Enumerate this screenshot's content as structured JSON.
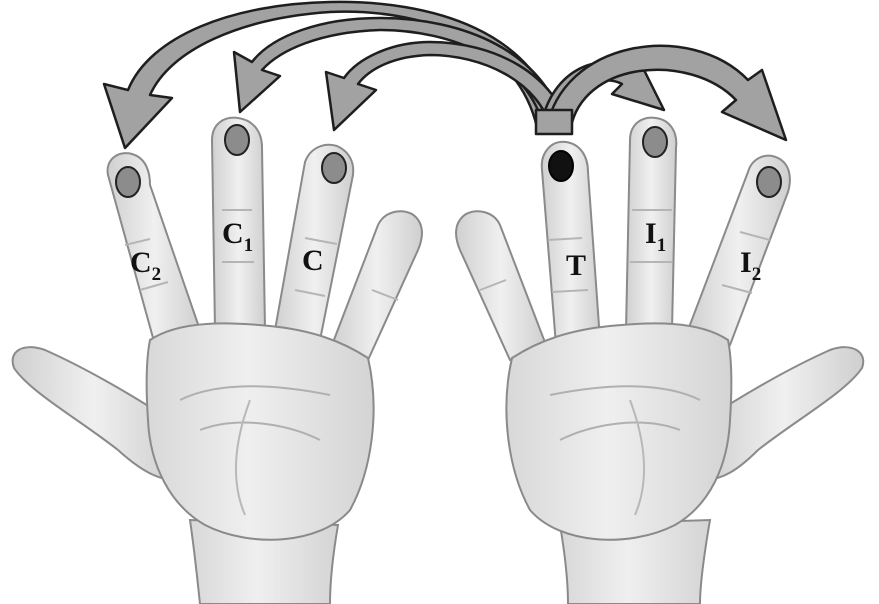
{
  "colors": {
    "background": "#ffffff",
    "skin": "#e6e6e6",
    "skin_shadow": "#c9c9c9",
    "outline": "#8a8a8a",
    "arrow_fill": "#a2a2a2",
    "arrow_stroke": "#1e1e1e",
    "marker_gray": "#8c8c8c",
    "marker_black": "#111111",
    "label": "#111111"
  },
  "labels": {
    "C2": {
      "main": "C",
      "sub": "2"
    },
    "C1": {
      "main": "C",
      "sub": "1"
    },
    "C": {
      "main": "C",
      "sub": ""
    },
    "T": {
      "main": "T",
      "sub": ""
    },
    "I1": {
      "main": "I",
      "sub": "1"
    },
    "I2": {
      "main": "I",
      "sub": "2"
    }
  },
  "markers": {
    "C2": "gray",
    "C1": "gray",
    "C": "gray",
    "T": "black",
    "I1": "gray",
    "I2": "gray"
  },
  "arrows": {
    "source": "T",
    "targets": [
      "C2",
      "C1",
      "C",
      "I1",
      "I2"
    ]
  }
}
